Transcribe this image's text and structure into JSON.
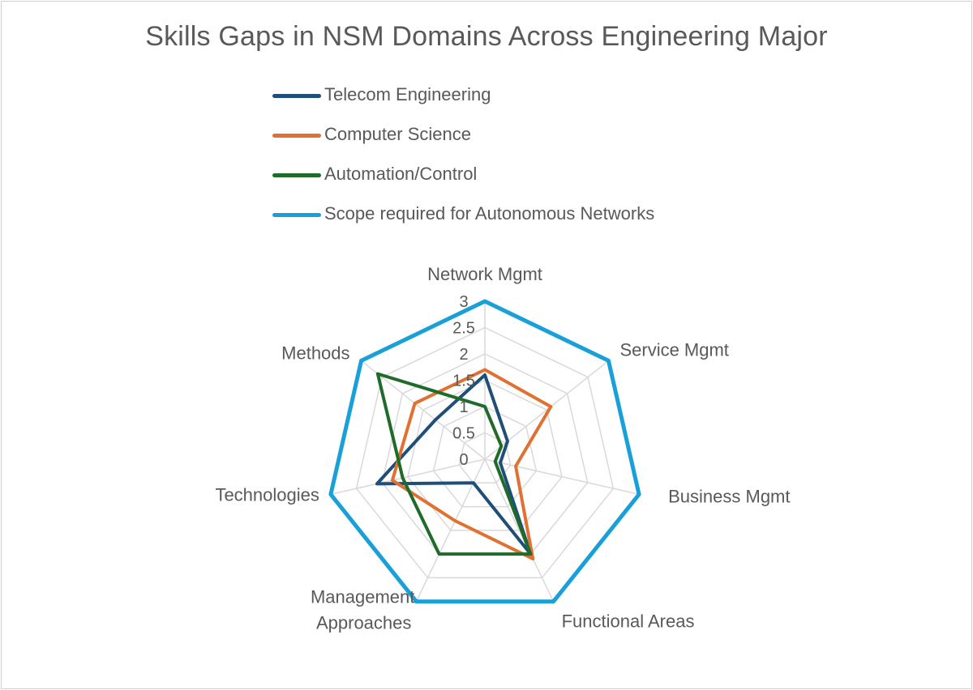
{
  "chart_data": {
    "type": "radar",
    "title": "Skills Gaps in NSM Domains Across Engineering Major",
    "categories": [
      "Network Mgmt",
      "Service Mgmt",
      "Business Mgmt",
      "Functional Areas",
      "Management Approaches",
      "Technologies",
      "Methods"
    ],
    "r_ticks": [
      "0",
      "0.5",
      "1",
      "1.5",
      "2",
      "2.5",
      "3"
    ],
    "r_range": [
      0,
      3
    ],
    "grid": true,
    "legend_position": "top",
    "series": [
      {
        "name": "Telecom Engineering",
        "color": "#1f4e79",
        "values": [
          1.6,
          0.55,
          0.3,
          2.0,
          0.5,
          2.1,
          1.2
        ]
      },
      {
        "name": "Computer Science",
        "color": "#e07133",
        "values": [
          1.7,
          1.6,
          0.6,
          2.1,
          1.3,
          1.8,
          1.7
        ]
      },
      {
        "name": "Automation/Control",
        "color": "#1f6b2a",
        "values": [
          1.0,
          0.4,
          0.2,
          2.0,
          2.0,
          1.6,
          2.6
        ]
      },
      {
        "name": "Scope required for Autonomous Networks",
        "color": "#1aa0d8",
        "values": [
          3,
          3,
          3,
          3,
          3,
          3,
          3
        ]
      }
    ]
  }
}
